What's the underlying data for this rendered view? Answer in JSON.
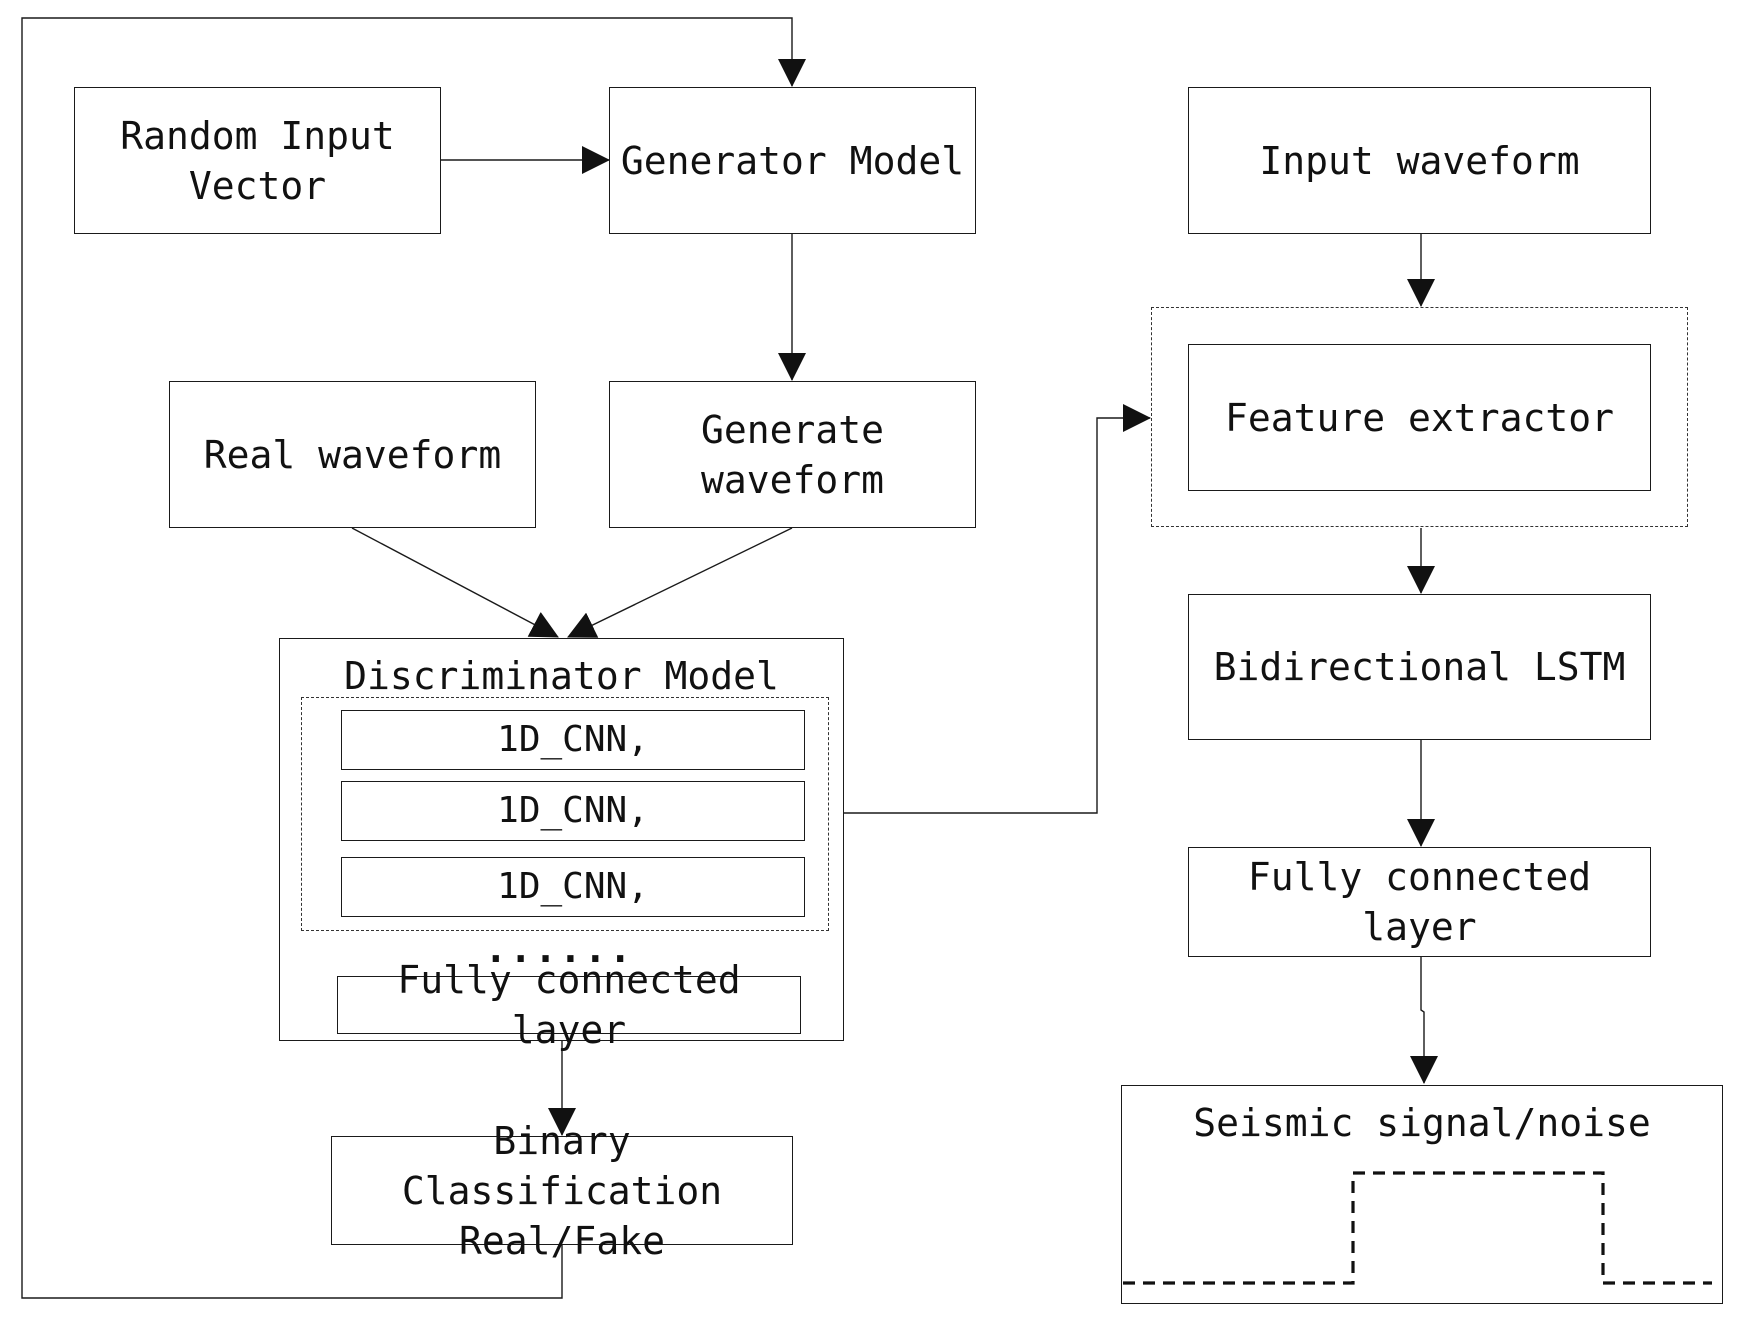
{
  "generator": {
    "random_input_line1": "Random Input",
    "random_input_line2": "Vector",
    "generator_model": "Generator Model",
    "real_waveform": "Real waveform",
    "generate_line1": "Generate",
    "generate_line2": "waveform"
  },
  "discriminator": {
    "title": "Discriminator Model",
    "layers": [
      "1D_CNN,",
      "1D_CNN,",
      "1D_CNN,"
    ],
    "ellipsis": "......",
    "fc_layer": "Fully connected layer",
    "output_line1": "Binary Classification",
    "output_line2": "Real/Fake"
  },
  "detector": {
    "input": "Input waveform",
    "feature_extractor": "Feature extractor",
    "lstm": "Bidirectional LSTM",
    "fc_layer": "Fully connected layer",
    "output_title": "Seismic signal/noise"
  }
}
